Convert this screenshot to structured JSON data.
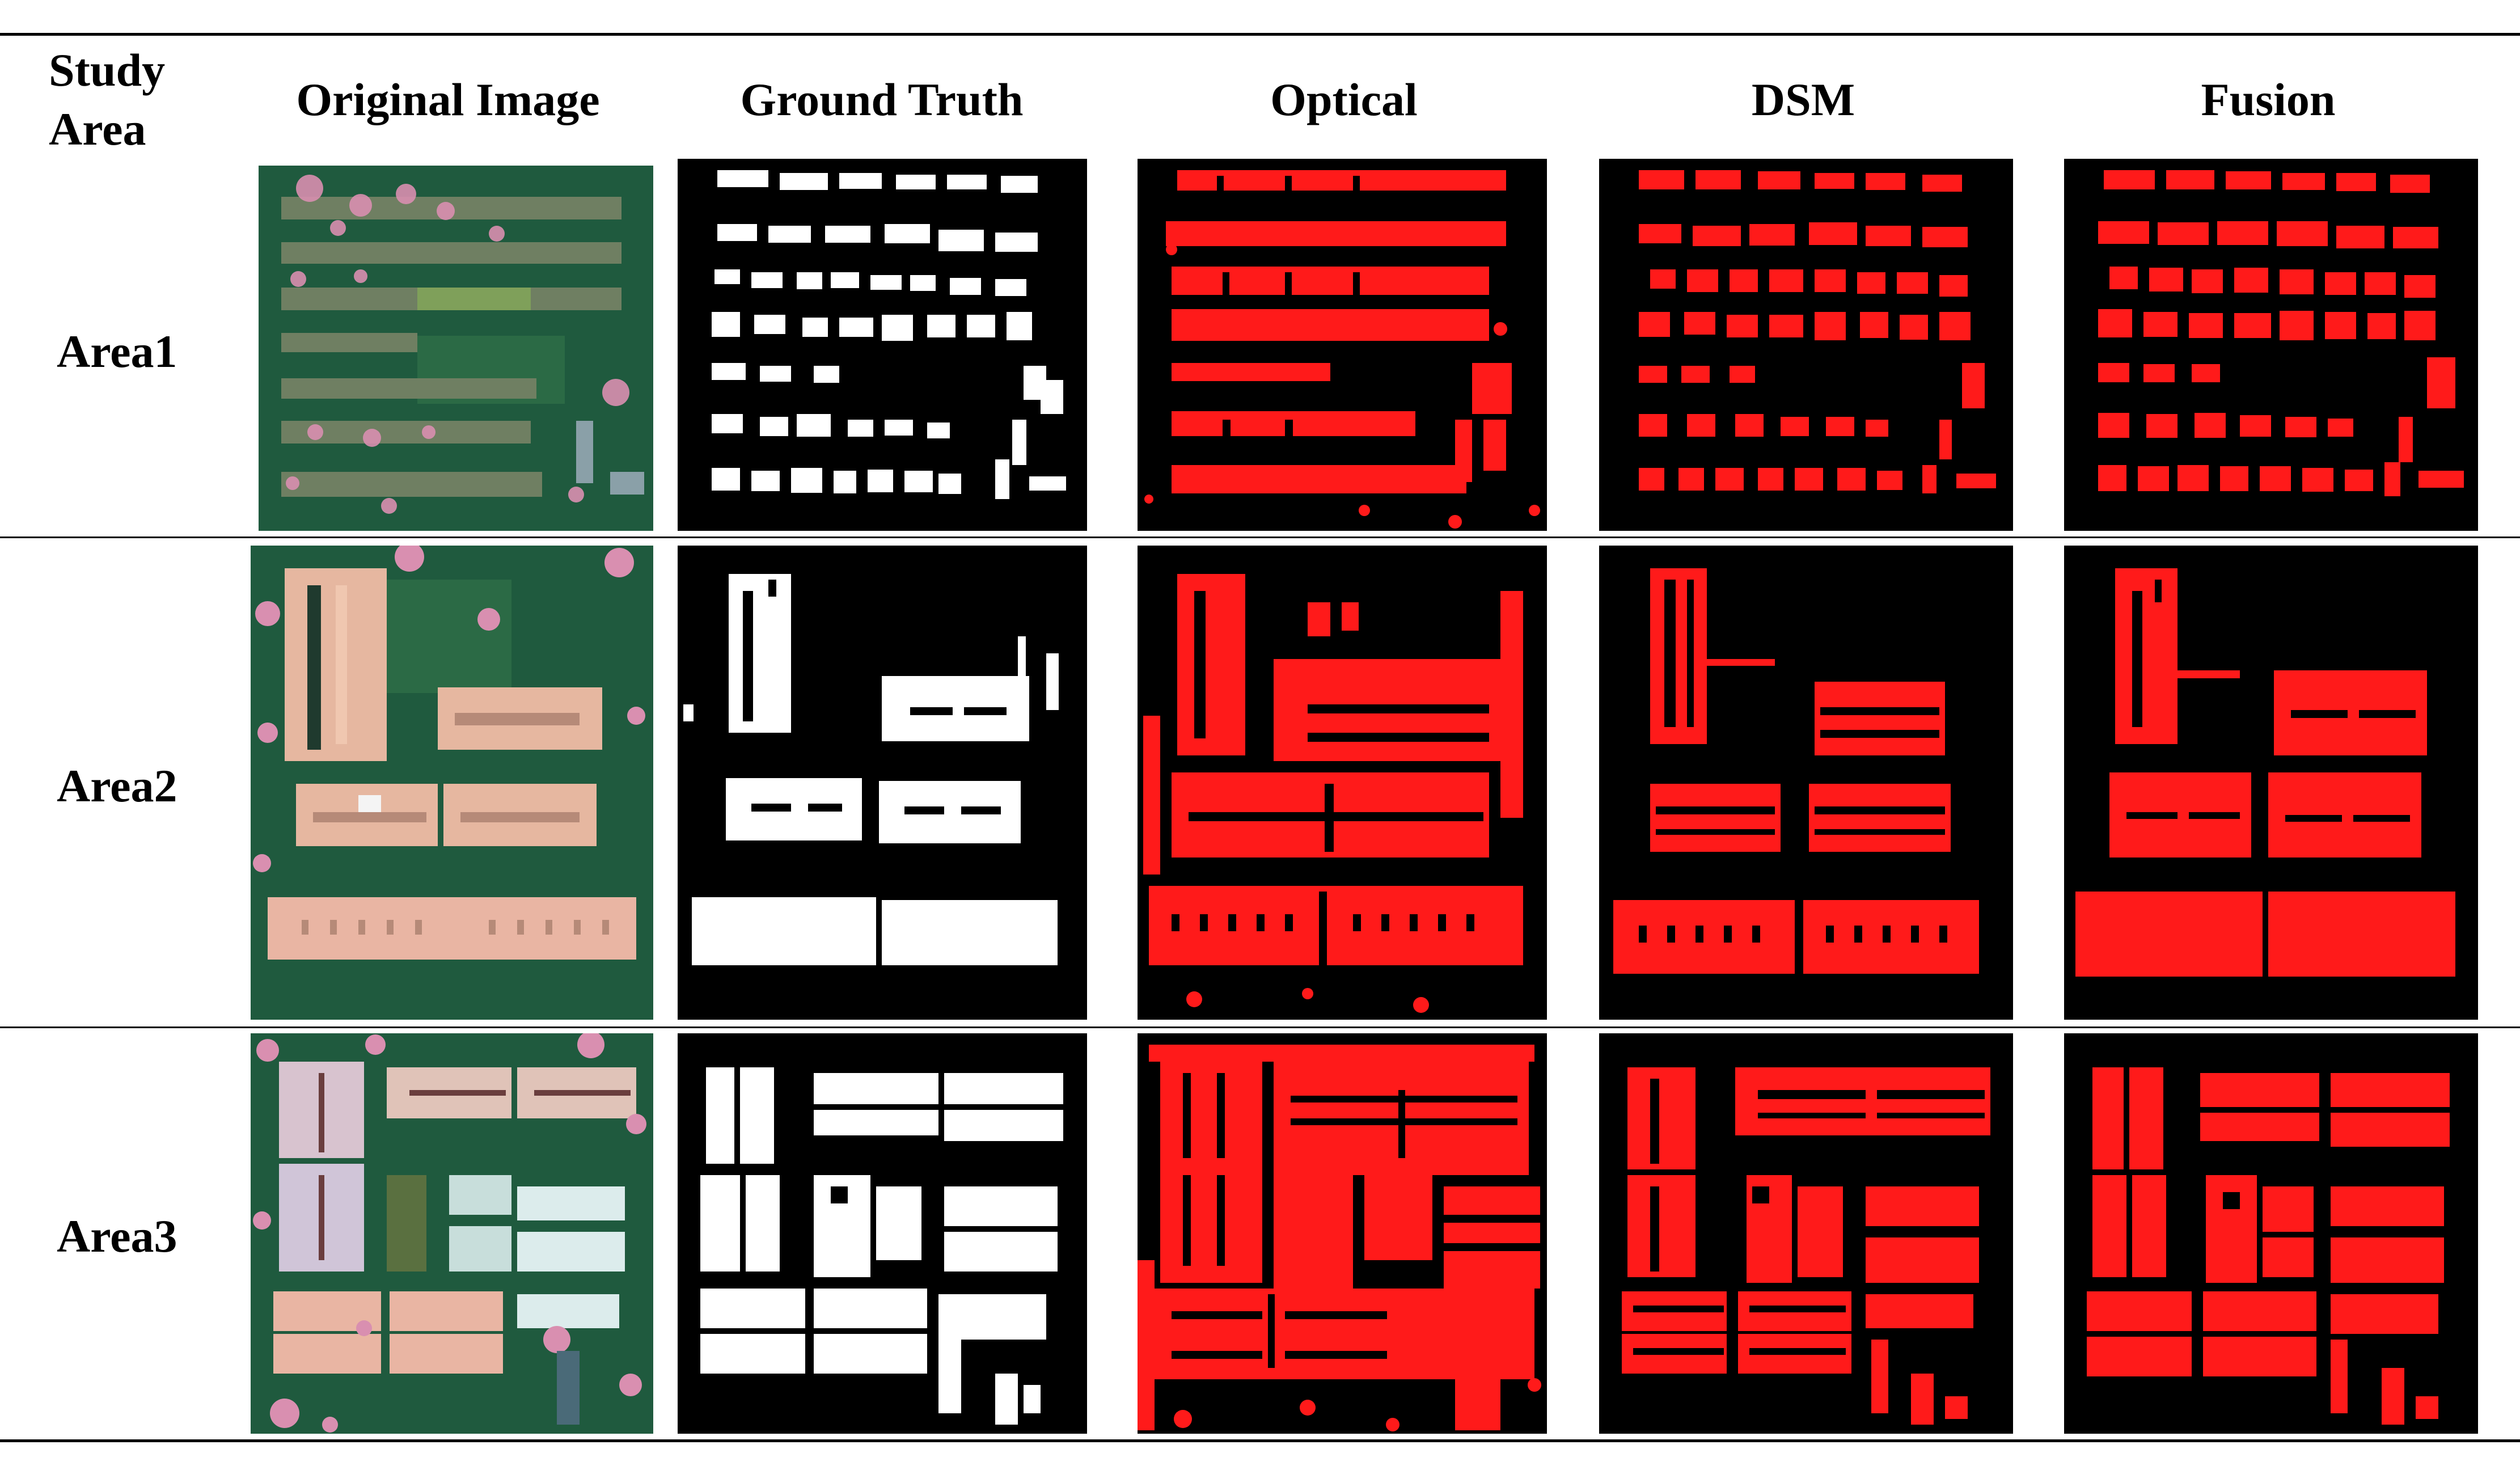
{
  "header": {
    "study_area": "Study Area",
    "columns": [
      "Original Image",
      "Ground Truth",
      "Optical",
      "DSM",
      "Fusion"
    ]
  },
  "rows": [
    {
      "label": "Area1"
    },
    {
      "label": "Area2"
    },
    {
      "label": "Area3"
    }
  ],
  "colors": {
    "mask_background": "#000000",
    "ground_truth_fill": "#ffffff",
    "prediction_fill": "#ff1a1a",
    "image_vegetation": "#1f5a3e",
    "image_roof": "#e6b7a0",
    "image_tree_blossom": "#d98fb0"
  },
  "panel_icons": {
    "original": "aerial-image",
    "ground_truth": "binary-mask",
    "prediction": "red-mask"
  }
}
